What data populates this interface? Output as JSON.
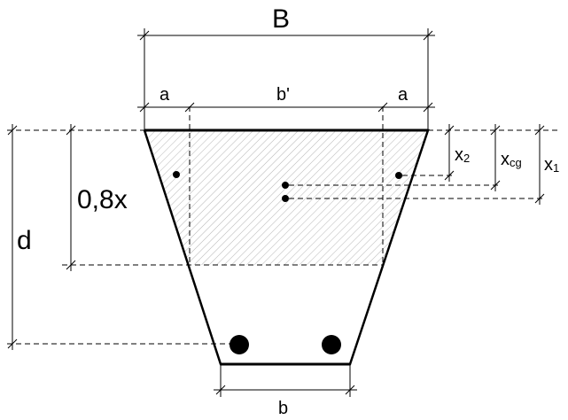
{
  "labels": {
    "B": "B",
    "a_left": "a",
    "b_prime": "b'",
    "a_right": "a",
    "b_bottom": "b",
    "d": "d",
    "depth_08x": "0,8x",
    "x2_main": "x",
    "x2_sub": "2",
    "xcg_main": "x",
    "xcg_sub": "cg",
    "x1_main": "x",
    "x1_sub": "1"
  }
}
